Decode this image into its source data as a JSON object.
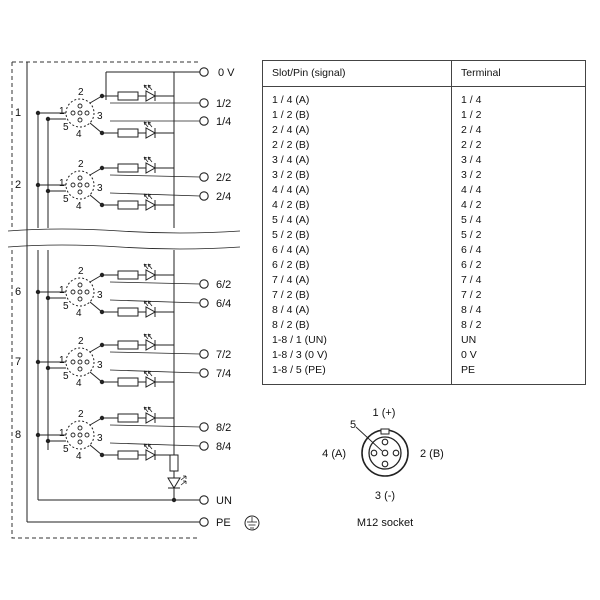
{
  "schematic": {
    "slots": [
      {
        "label": "1",
        "pin_labels": [
          "2",
          "1",
          "3",
          "5",
          "4"
        ],
        "terminals": [
          "1/2",
          "1/4"
        ]
      },
      {
        "label": "2",
        "pin_labels": [
          "2",
          "1",
          "3",
          "5",
          "4"
        ],
        "terminals": [
          "2/2",
          "2/4"
        ]
      },
      {
        "label": "6",
        "pin_labels": [
          "2",
          "1",
          "3",
          "5",
          "4"
        ],
        "terminals": [
          "6/2",
          "6/4"
        ]
      },
      {
        "label": "7",
        "pin_labels": [
          "2",
          "1",
          "3",
          "5",
          "4"
        ],
        "terminals": [
          "7/2",
          "7/4"
        ]
      },
      {
        "label": "8",
        "pin_labels": [
          "2",
          "1",
          "3",
          "5",
          "4"
        ],
        "terminals": [
          "8/2",
          "8/4"
        ]
      }
    ],
    "terminal_0v": "0 V",
    "terminal_un": "UN",
    "terminal_pe": "PE",
    "icons": [
      "led-icon",
      "resistor-icon",
      "diode-icon",
      "ground-icon",
      "m12-connector-icon"
    ]
  },
  "table": {
    "headers": [
      "Slot/Pin (signal)",
      "Terminal"
    ],
    "rows": [
      [
        "1 / 4 (A)",
        "1 / 4"
      ],
      [
        "1 / 2 (B)",
        "1 / 2"
      ],
      [
        "2 / 4 (A)",
        "2 / 4"
      ],
      [
        "2 / 2 (B)",
        "2 / 2"
      ],
      [
        "3 / 4 (A)",
        "3 / 4"
      ],
      [
        "3 / 2 (B)",
        "3 / 2"
      ],
      [
        "4 / 4 (A)",
        "4 / 4"
      ],
      [
        "4 / 2 (B)",
        "4 / 2"
      ],
      [
        "5 / 4 (A)",
        "5 / 4"
      ],
      [
        "5 / 2 (B)",
        "5 / 2"
      ],
      [
        "6 / 4 (A)",
        "6 / 4"
      ],
      [
        "6 / 2 (B)",
        "6 / 2"
      ],
      [
        "7 / 4 (A)",
        "7 / 4"
      ],
      [
        "7 / 2 (B)",
        "7 / 2"
      ],
      [
        "8 / 4 (A)",
        "8 / 4"
      ],
      [
        "8 / 2 (B)",
        "8 / 2"
      ],
      [
        "1-8 / 1 (UN)",
        "UN"
      ],
      [
        "1-8 / 3 (0 V)",
        "0 V"
      ],
      [
        "1-8 / 5 (PE)",
        "PE"
      ]
    ]
  },
  "socket": {
    "pin1": "1 (+)",
    "pin2": "2 (B)",
    "pin3": "3 (-)",
    "pin4": "4 (A)",
    "pin5": "5",
    "caption": "M12 socket"
  }
}
